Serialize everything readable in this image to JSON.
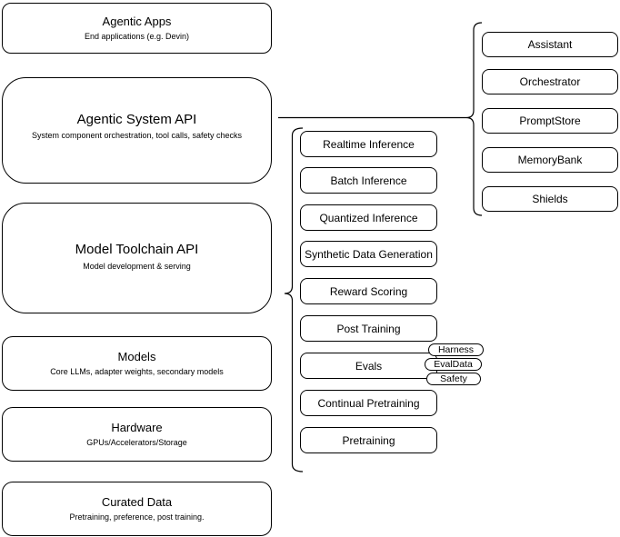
{
  "diagram": {
    "left_stack": [
      {
        "title": "Agentic Apps",
        "subtitle": "End applications (e.g. Devin)"
      },
      {
        "title": "Agentic System API",
        "subtitle": "System component orchestration, tool calls, safety checks"
      },
      {
        "title": "Model Toolchain API",
        "subtitle": "Model development & serving"
      },
      {
        "title": "Models",
        "subtitle": "Core LLMs, adapter weights, secondary models"
      },
      {
        "title": "Hardware",
        "subtitle": "GPUs/Accelerators/Storage"
      },
      {
        "title": "Curated Data",
        "subtitle": "Pretraining, preference, post training."
      }
    ],
    "toolchain_items": [
      "Realtime Inference",
      "Batch Inference",
      "Quantized Inference",
      "Synthetic Data Generation",
      "Reward Scoring",
      "Post Training",
      "Evals",
      "Continual Pretraining",
      "Pretraining"
    ],
    "eval_tags": [
      "Harness",
      "EvalData",
      "Safety"
    ],
    "system_components": [
      "Assistant",
      "Orchestrator",
      "PromptStore",
      "MemoryBank",
      "Shields"
    ],
    "colors": {
      "stroke": "#000000",
      "node_fill": "#ffffff",
      "background": "#ffffff",
      "text": "#000000"
    }
  }
}
